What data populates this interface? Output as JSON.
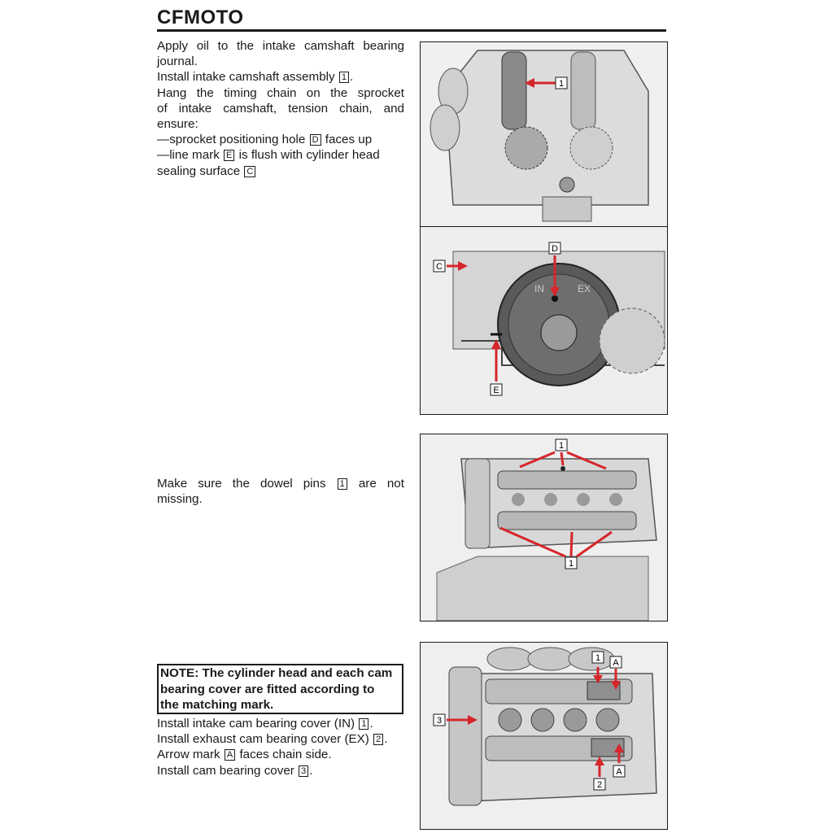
{
  "header": {
    "brand": "CFMOTO"
  },
  "section1": {
    "line1": "Apply oil to the intake camshaft bearing",
    "line2": "journal.",
    "line3a": "Install intake camshaft assembly",
    "line3_ref": "1",
    "line3b": ".",
    "line4": "Hang the timing chain on the sprocket",
    "line5": "of intake camshaft, tension chain, and",
    "line6": "ensure:",
    "line7a": "—sprocket positioning hole",
    "line7_ref": "D",
    "line7b": "faces up",
    "line8a": "—line mark",
    "line8_ref": "E",
    "line8b": "is flush with cylinder head",
    "line9a": "sealing surface",
    "line9_ref": "C"
  },
  "section2": {
    "line1a": "Make sure the dowel pins",
    "line1_ref": "1",
    "line1b": "are not",
    "line2": "missing."
  },
  "note": {
    "line1": "NOTE: The cylinder head and each cam",
    "line2": "bearing cover are fitted according to",
    "line3": "the matching mark."
  },
  "section3": {
    "line1a": "Install intake cam bearing cover (IN)",
    "line1_ref": "1",
    "line1b": ".",
    "line2a": "Install exhaust cam bearing cover (EX)",
    "line2_ref": "2",
    "line2b": ".",
    "line3a": "Arrow mark",
    "line3_ref": "A",
    "line3b": "faces chain side.",
    "line4a": "Install cam bearing cover",
    "line4_ref": "3",
    "line4b": "."
  },
  "figures": {
    "fig1_callouts": [
      "1"
    ],
    "fig2_callouts": [
      "D",
      "C",
      "E"
    ],
    "fig3_callouts": [
      "1",
      "1"
    ],
    "fig4_callouts": [
      "1",
      "A",
      "3",
      "A",
      "2"
    ],
    "fig2_sprocket_text": [
      "IN",
      "EX"
    ]
  },
  "colors": {
    "callout_arrow": "#d6262b",
    "text": "#1a1a1a",
    "drawing_bg": "#f2f2f2"
  }
}
